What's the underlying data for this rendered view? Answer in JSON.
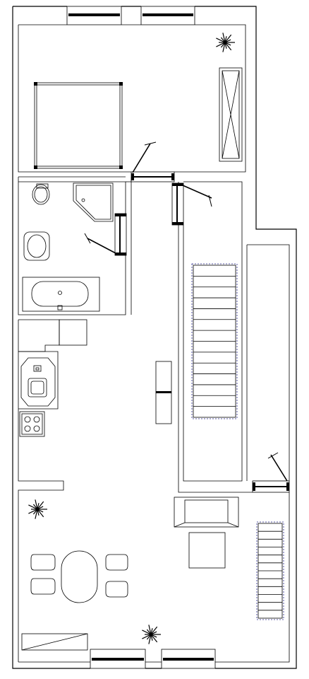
{
  "plan": {
    "rooms": [
      "bedroom",
      "bathroom",
      "hall",
      "stairwell",
      "kitchen",
      "living-dining"
    ],
    "colors": {
      "line": "#000000",
      "stair_outline": "#2b2b8f",
      "background": "#ffffff"
    },
    "stairs": [
      {
        "name": "main-stair",
        "steps": 14
      },
      {
        "name": "small-stair",
        "steps": 12
      }
    ],
    "furniture": [
      "bed",
      "wardrobe",
      "toilet",
      "shower-tray",
      "washbasin",
      "bathtub",
      "kitchen-counter",
      "hob",
      "sink",
      "sofa",
      "coffee-table",
      "dining-table",
      "dining-chair",
      "dining-chair",
      "dining-chair",
      "dining-chair",
      "sideboard",
      "radiator-bench"
    ],
    "plants": 3,
    "windows": 4
  }
}
